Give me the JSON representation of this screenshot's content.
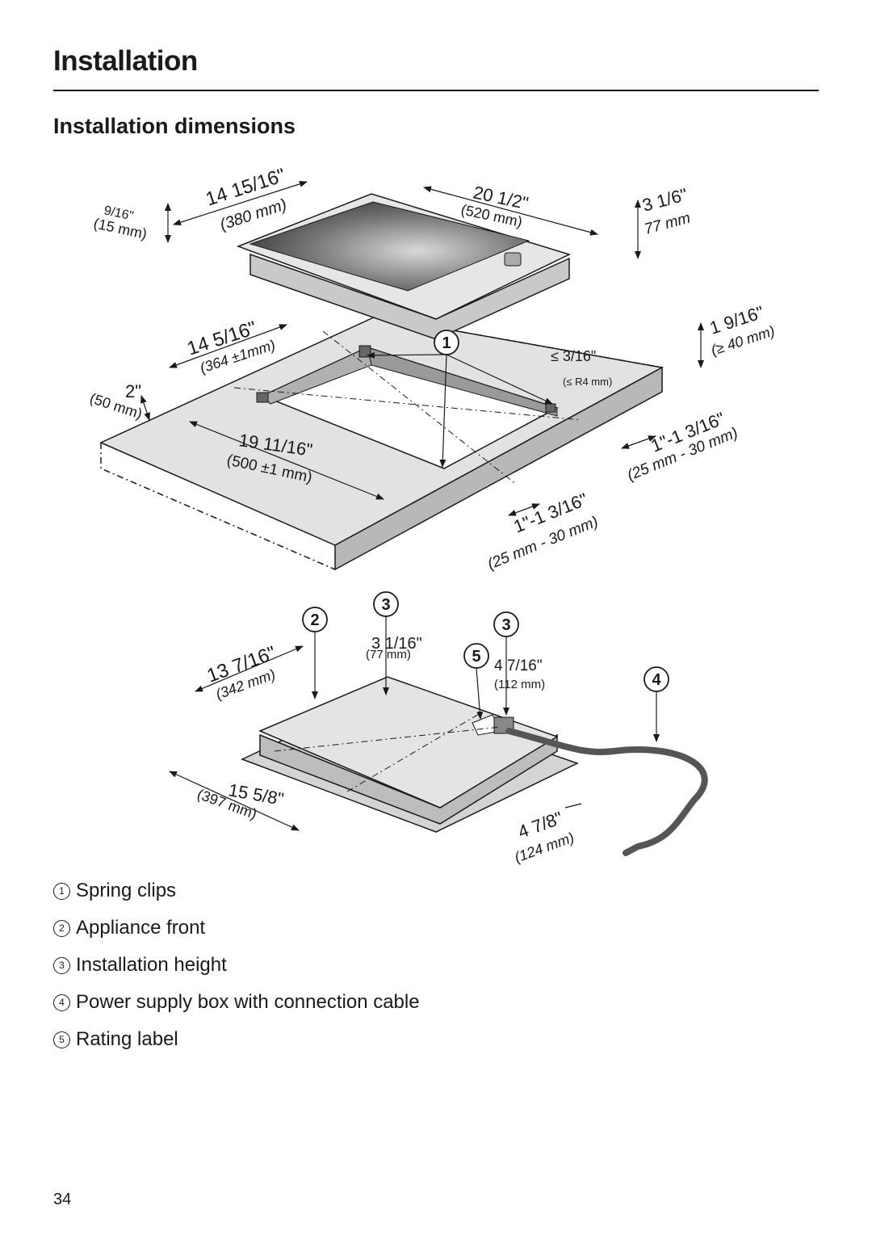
{
  "page": {
    "title": "Installation",
    "section_title": "Installation dimensions",
    "page_number": "34"
  },
  "figure": {
    "callout_numbers": [
      "1",
      "2",
      "3",
      "4",
      "5"
    ],
    "appliance": {
      "depth_in": "14 15/16\"",
      "depth_mm": "(380 mm)",
      "width_in": "20 1/2\"",
      "width_mm": "(520 mm)",
      "height_in": "3 1/6\"",
      "height_mm": "77 mm",
      "rim_in": "9/16\"",
      "rim_mm": "(15 mm)"
    },
    "cutout": {
      "depth_in": "14 5/16\"",
      "depth_mm": "(364 ±1mm)",
      "width_in": "19 11/16\"",
      "width_mm": "(500 ±1 mm)",
      "front_in": "2\"",
      "front_mm": "(50 mm)",
      "radius_in": "≤ 3/16\"",
      "radius_mm": "(≤ R4 mm)",
      "worktop_in": "1 9/16\"",
      "worktop_mm": "(≥ 40 mm)",
      "side_right_in": "1\"-1 3/16\"",
      "side_right_mm": "(25 mm - 30 mm)",
      "side_front_in": "1\"-1 3/16\"",
      "side_front_mm": "(25 mm - 30 mm)"
    },
    "underside": {
      "depth_in": "13 7/16\"",
      "depth_mm": "(342 mm)",
      "width_in": "15 5/8\"",
      "width_mm": "(397 mm)",
      "install_height_in": "3 1/16\"",
      "install_height_mm": "(77 mm)",
      "box_height_in": "4 7/16\"",
      "box_height_mm": "(112 mm)",
      "box_offset_in": "4 7/8\"",
      "box_offset_mm": "(124 mm)"
    }
  },
  "legend": [
    {
      "number": "1",
      "label": "Spring clips"
    },
    {
      "number": "2",
      "label": "Appliance front"
    },
    {
      "number": "3",
      "label": "Installation height"
    },
    {
      "number": "4",
      "label": "Power supply box with connection cable"
    },
    {
      "number": "5",
      "label": "Rating label"
    }
  ]
}
